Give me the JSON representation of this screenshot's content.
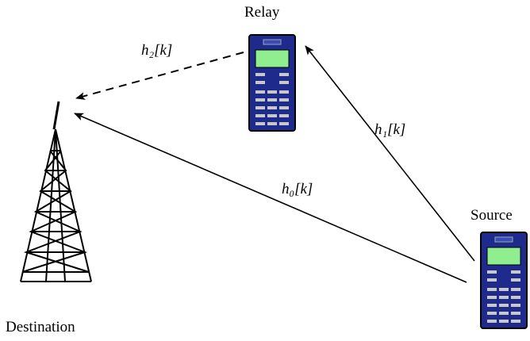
{
  "nodes": {
    "relay": {
      "label": "Relay"
    },
    "source": {
      "label": "Source"
    },
    "destination": {
      "label": "Destination"
    }
  },
  "links": {
    "h0": {
      "label": "h₀[k]",
      "style": "solid"
    },
    "h1": {
      "label": "h₁[k]",
      "style": "solid"
    },
    "h2": {
      "label": "h₂[k]",
      "style": "dashed"
    }
  },
  "colors": {
    "phone_body": "#1e2a8c",
    "phone_screen": "#90ee90",
    "phone_buttons": "#c8c8c8",
    "line": "#000000"
  },
  "icons": {
    "relay": "mobile-phone-icon",
    "source": "mobile-phone-icon",
    "destination": "cell-tower-icon"
  }
}
